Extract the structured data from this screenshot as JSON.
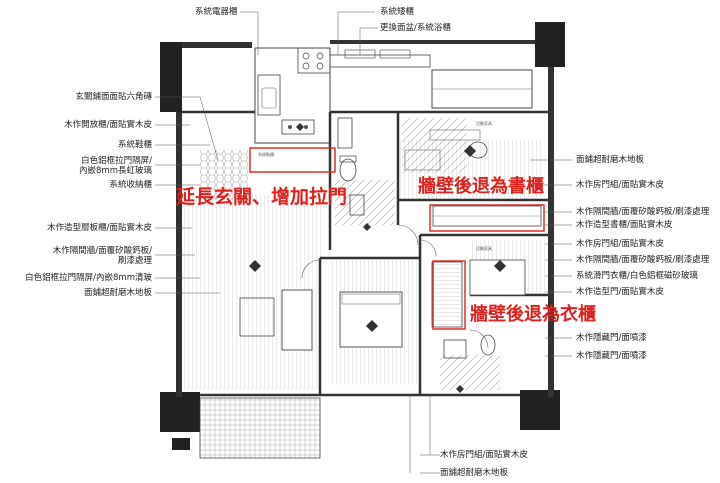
{
  "labels_top": {
    "system_cabinet": "系統電器櫃",
    "system_shoe_top": "系統矮櫃",
    "bathroom_cabinet": "更換面盆/系統浴櫃"
  },
  "labels_left": [
    "玄關鋪面面貼六角磚",
    "木作開放櫃/面貼實木皮",
    "系統鞋櫃",
    "白色鋁框拉門隔屏/\n內嵌8mm長虹玻璃",
    "系統收納櫃",
    "木作造型層板櫃/面貼實木皮",
    "木作隔間牆/面覆矽酸鈣板/\n刷漆處理",
    "白色鋁框拉門隔屏/內嵌8mm清玻",
    "面鋪超耐磨木地板"
  ],
  "labels_right": [
    "面鋪超耐磨木地板",
    "木作房門組/面貼實木皮",
    "木作隔間牆/面覆矽酸鈣板/刷漆處理",
    "木作造型書櫃/面貼實木皮",
    "木作房門組/面貼實木皮",
    "木作隔間牆/面覆矽酸鈣板/刷漆處理",
    "系統滑門衣櫃/白色鋁框磁砂玻璃",
    "木作造型門/面貼實木皮",
    "木作隱藏門/面噴漆",
    "木作隱藏門/面噴漆"
  ],
  "labels_bottom": [
    "木作房門組/面貼實木皮",
    "面鋪超耐磨木地板"
  ],
  "annotations": {
    "extend_entry": "延長玄關、增加拉門",
    "wall_study": "牆壁後退為書櫃",
    "wall_closet": "牆壁後退為衣櫃"
  },
  "colors": {
    "annotation": "#e0201c",
    "wall": "#333333",
    "line": "#555555"
  },
  "small_texts": {
    "shoe_note": "系統鞋櫃",
    "bed1": "活動家具",
    "bed2": "活動家具"
  }
}
